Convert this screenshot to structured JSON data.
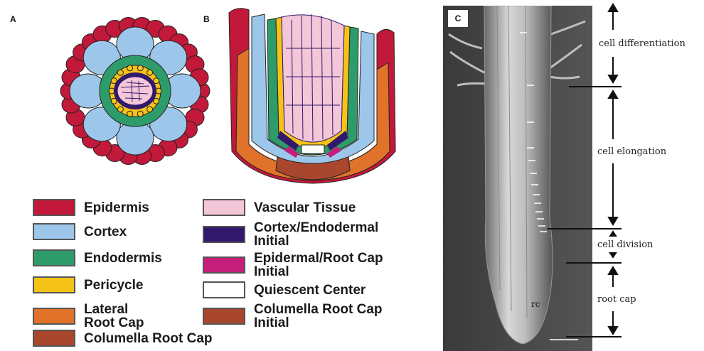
{
  "panels": {
    "a": "A",
    "b": "B",
    "c": "C"
  },
  "colors": {
    "epidermis": "#c2193a",
    "cortex": "#9cc7ea",
    "endodermis": "#2e9c6a",
    "pericycle": "#f5c318",
    "lateral_root_cap": "#e0722a",
    "columella_root_cap": "#a8472e",
    "vascular_tissue": "#f3c6d8",
    "cortex_endodermal_initial": "#32186b",
    "epidermal_root_cap_initial": "#c41e7a",
    "quiescent_center": "#ffffff",
    "columella_root_cap_initial": "#a8472e"
  },
  "legend": [
    {
      "label": "Epidermis",
      "color": "#c2193a"
    },
    {
      "label": "Cortex",
      "color": "#9cc7ea"
    },
    {
      "label": "Endodermis",
      "color": "#2e9c6a"
    },
    {
      "label": "Pericycle",
      "color": "#f5c318"
    },
    {
      "label": "Lateral\nRoot Cap",
      "color": "#e0722a"
    },
    {
      "label": "Columella Root Cap",
      "color": "#a8472e"
    },
    {
      "label": "Vascular Tissue",
      "color": "#f3c6d8"
    },
    {
      "label": "Cortex/Endodermal\nInitial",
      "color": "#32186b"
    },
    {
      "label": "Epidermal/Root Cap\nInitial",
      "color": "#c41e7a"
    },
    {
      "label": "Quiescent Center",
      "color": "#ffffff"
    },
    {
      "label": "Columella Root Cap\nInitial",
      "color": "#a8472e"
    }
  ],
  "zones": {
    "cell_differentiation": "cell differentiation",
    "cell_elongation": "cell elongation",
    "cell_division": "cell division",
    "root_cap": "root cap"
  },
  "micrograph_label": "rc"
}
